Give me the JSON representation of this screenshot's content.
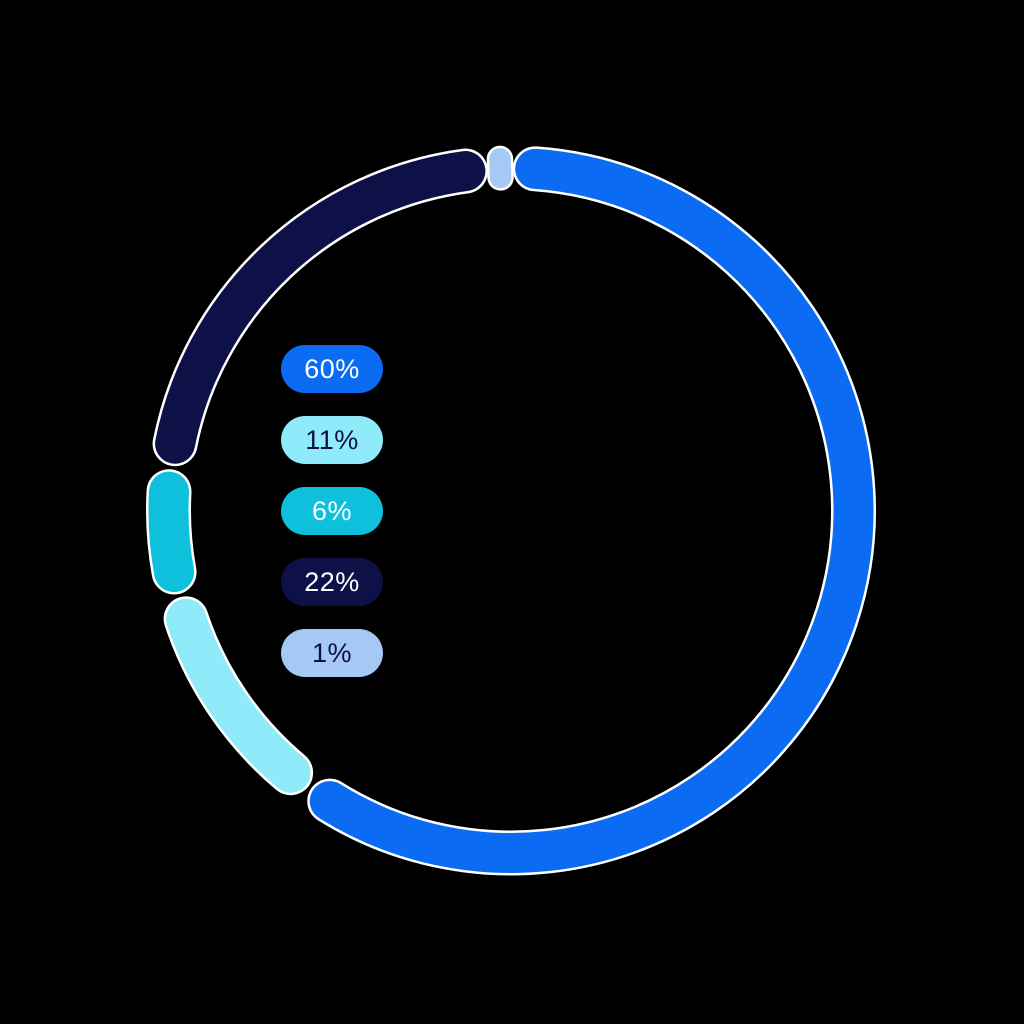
{
  "chart_data": {
    "type": "pie",
    "subtype": "donut-segmented-ring",
    "title": "",
    "background_color": "#000000",
    "segment_outline_color": "#FFFFFF",
    "start_position": "top",
    "direction": "clockwise",
    "legend_position": "inside-left",
    "segments": [
      {
        "label": "60%",
        "value": 60,
        "color": "#0B6CF3",
        "label_color": "#FFFFFF"
      },
      {
        "label": "11%",
        "value": 11,
        "color": "#8FEAF9",
        "label_color": "#0E1148"
      },
      {
        "label": "6%",
        "value": 6,
        "color": "#0EC0DC",
        "label_color": "#FFFFFF"
      },
      {
        "label": "22%",
        "value": 22,
        "color": "#0E1148",
        "label_color": "#FFFFFF"
      },
      {
        "label": "1%",
        "value": 1,
        "color": "#A5C8F4",
        "label_color": "#0E1148"
      }
    ]
  }
}
